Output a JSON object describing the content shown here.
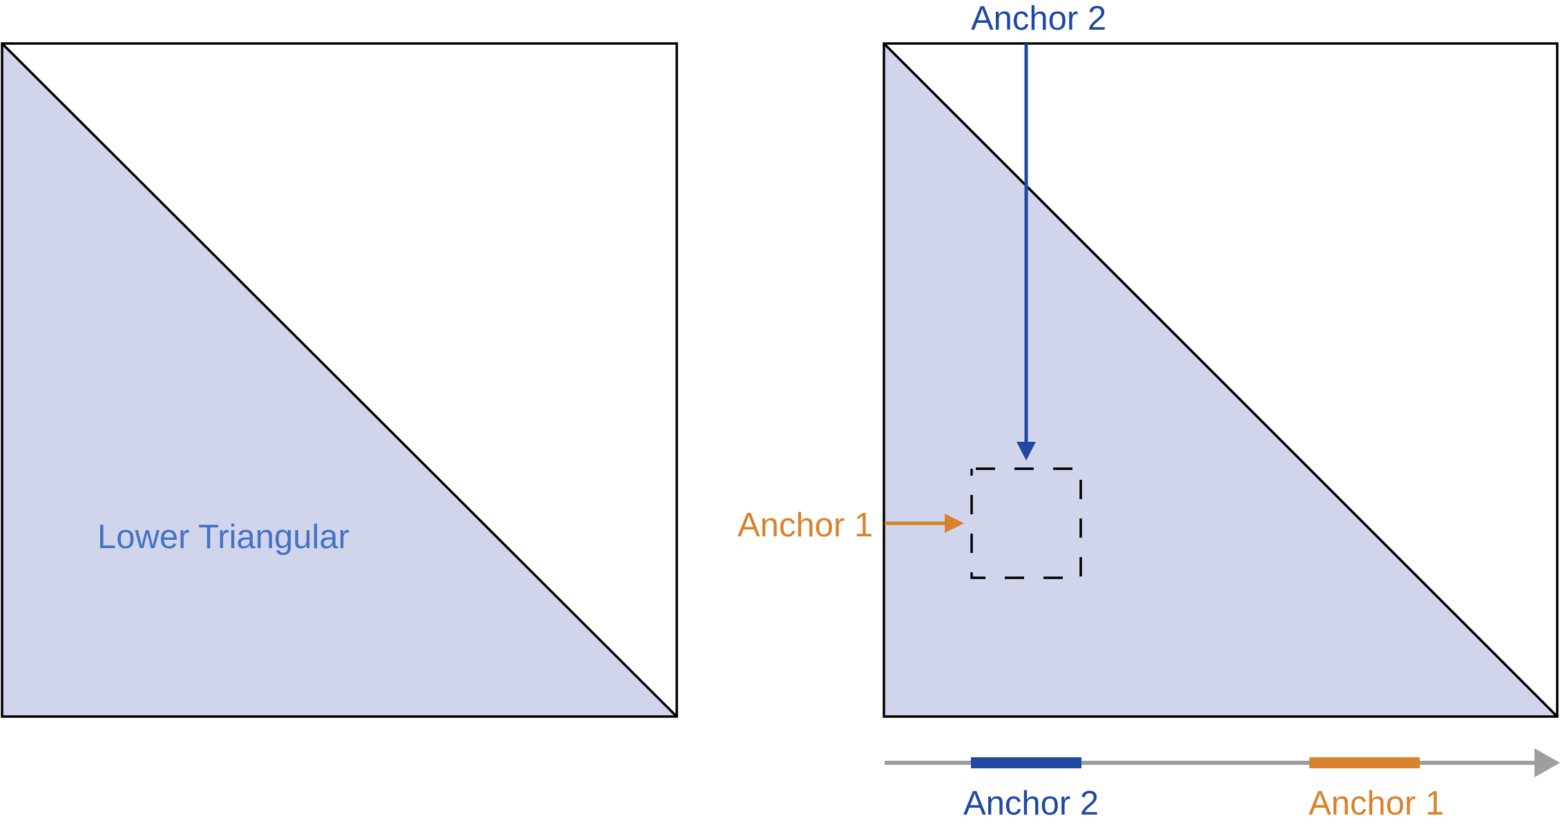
{
  "colors": {
    "fill": "#d1d5eb",
    "outline": "#000000",
    "blue": "#1f48a3",
    "orange": "#d9822b",
    "label_blue": "#4472c4",
    "axis_gray": "#9e9e9e"
  },
  "left_panel": {
    "label": "Lower Triangular"
  },
  "right_panel": {
    "top_arrow_label": "Anchor 2",
    "left_arrow_label": "Anchor 1"
  },
  "axis": {
    "segments": [
      {
        "label": "Anchor 2"
      },
      {
        "label": "Anchor 1"
      }
    ]
  }
}
